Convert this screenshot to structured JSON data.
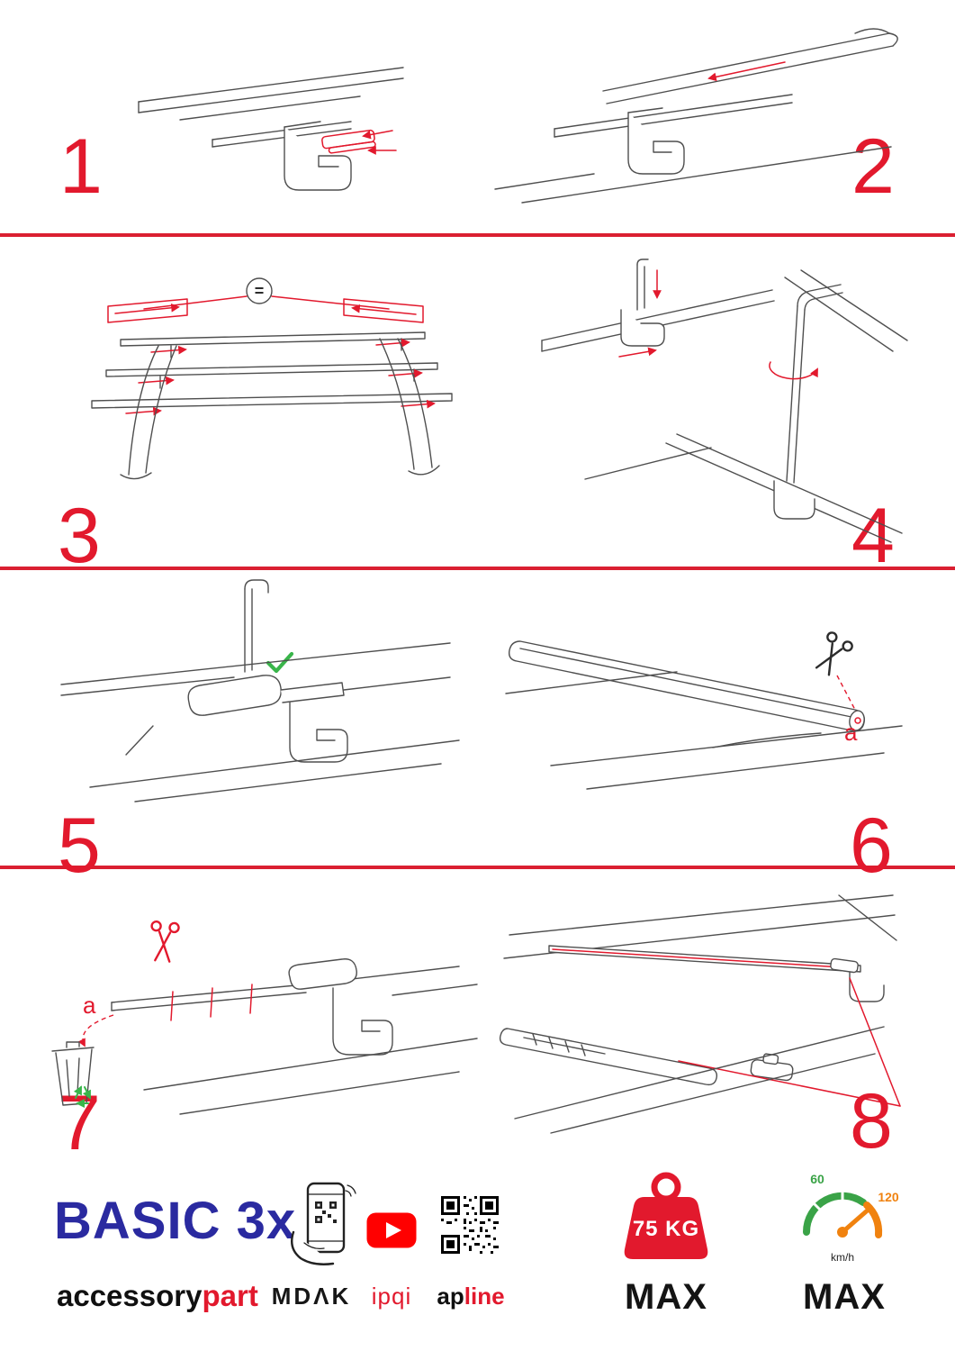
{
  "doc": {
    "type": "roof-rack-assembly-instructions",
    "accent_color": "#e2192d",
    "check_color": "#39b54a",
    "speed_green": "#3aa347",
    "speed_orange": "#f0820f",
    "logo_color": "#2a2aa0"
  },
  "steps": [
    {
      "number": "1"
    },
    {
      "number": "2"
    },
    {
      "number": "3"
    },
    {
      "number": "4"
    },
    {
      "number": "5"
    },
    {
      "number": "6"
    },
    {
      "number": "7"
    },
    {
      "number": "8"
    }
  ],
  "annotations": {
    "equal_badge": "=",
    "cut_label": "a"
  },
  "icons": {
    "scissors-icon": "✂",
    "check-icon": "✓",
    "recycle-icon": "♻",
    "trash-icon": "🗑",
    "youtube-play-icon": "▶"
  },
  "footer": {
    "product_name": "BASIC 3x",
    "brand_black": "accessory",
    "brand_red": "part",
    "partner_1": "MDΛK",
    "partner_2": "ipqi",
    "partner_3_black": "ap",
    "partner_3_red": "line",
    "weight_limit": "75 KG",
    "weight_max": "MAX",
    "speed_low": "60",
    "speed_high": "120",
    "speed_unit": "km/h",
    "speed_max": "MAX"
  }
}
